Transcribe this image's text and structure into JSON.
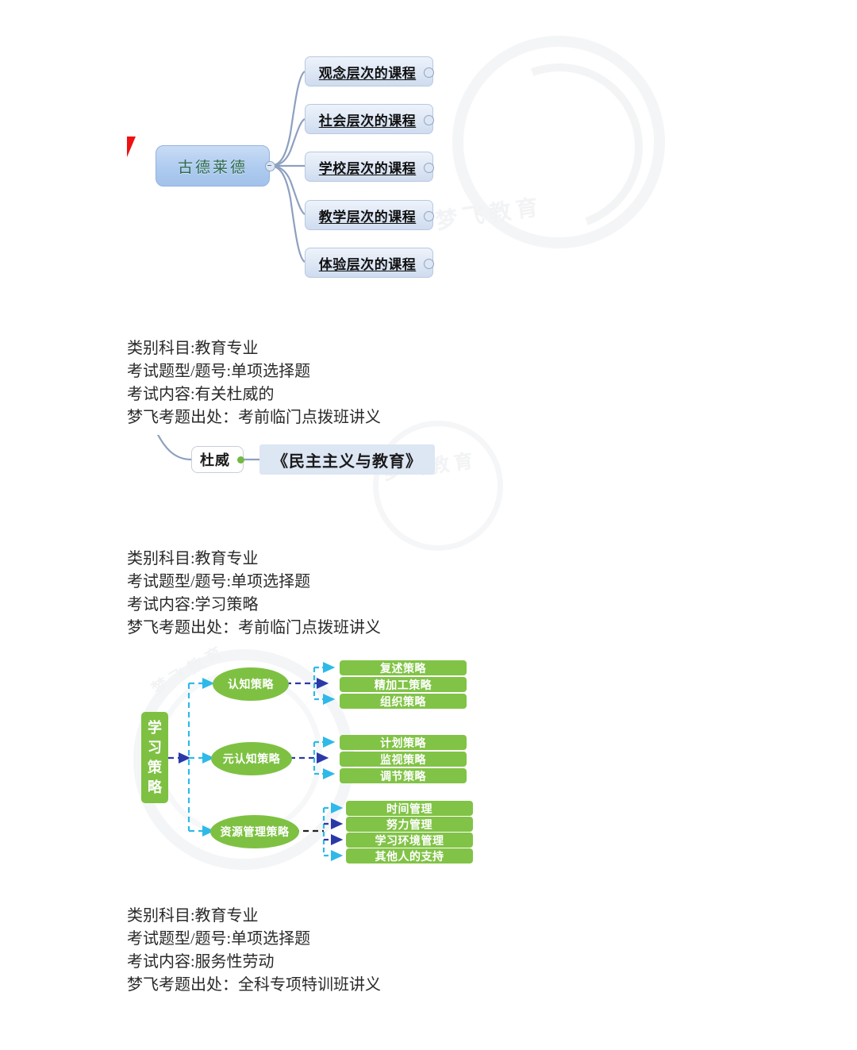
{
  "page": {
    "background": "#ffffff",
    "accent_blue": "#aecbef",
    "accent_green": "#7ec142",
    "link_blue": "#8da0c0",
    "arrow_red": "#ee1111",
    "cyan_dash": "#2fb9e8",
    "navy_dash": "#2b39a8"
  },
  "mindmap_goodlad": {
    "root": {
      "label": "古德莱德",
      "collapse_icon": "minus-circle-icon"
    },
    "branches": [
      {
        "label": "观念层次的课程"
      },
      {
        "label": "社会层次的课程"
      },
      {
        "label": "学校层次的课程"
      },
      {
        "label": "教学层次的课程"
      },
      {
        "label": "体验层次的课程"
      }
    ],
    "cursor_icon": "red-arrow-cursor"
  },
  "info_block_1": {
    "lines": [
      "类别科目:教育专业",
      "考试题型/题号:单项选择题",
      "考试内容:有关杜威的",
      "梦飞考题出处：考前临门点拨班讲义"
    ]
  },
  "mindmap_dewey": {
    "root": {
      "label": "杜威"
    },
    "child": {
      "label": "《民主主义与教育》"
    }
  },
  "info_block_2": {
    "lines": [
      "类别科目:教育专业",
      "考试题型/题号:单项选择题",
      "考试内容:学习策略",
      "梦飞考题出处：考前临门点拨班讲义"
    ]
  },
  "learning_strategies": {
    "root": {
      "label": "学习策略",
      "chars": [
        "学",
        "习",
        "策",
        "略"
      ]
    },
    "groups": [
      {
        "category": "认知策略",
        "leaves": [
          "复述策略",
          "精加工策略",
          "组织策略"
        ]
      },
      {
        "category": "元认知策略",
        "leaves": [
          "计划策略",
          "监视策略",
          "调节策略"
        ]
      },
      {
        "category": "资源管理策略",
        "leaves": [
          "时间管理",
          "努力管理",
          "学习环境管理",
          "其他人的支持"
        ]
      }
    ]
  },
  "info_block_3": {
    "lines": [
      "类别科目:教育专业",
      "考试题型/题号:单项选择题",
      "考试内容:服务性劳动",
      "梦飞考题出处：全科专项特训班讲义"
    ]
  },
  "watermark": {
    "text": "梦飞教育"
  }
}
